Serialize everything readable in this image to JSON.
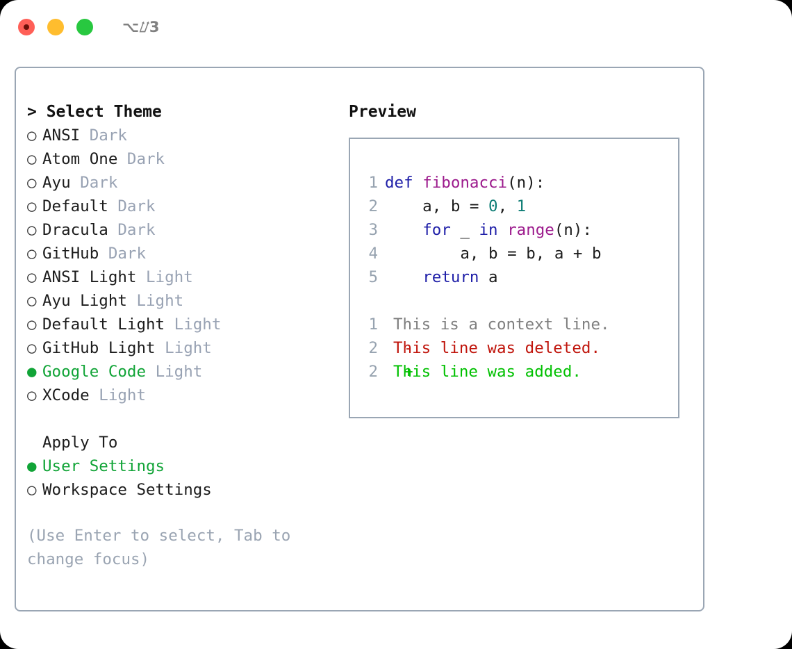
{
  "window": {
    "shortcut": "⌥⌰3",
    "traffic_lights": [
      "close-red",
      "minimize-yellow",
      "maximize-green"
    ]
  },
  "colors": {
    "accent_green": "#11a437",
    "muted_gray": "#98a2b3",
    "hint_gray": "#9aa4b2",
    "border": "#9aa6b4",
    "keyword_blue": "#1f1fa8",
    "function_magenta": "#9c1a8c",
    "number_teal": "#0e7d75",
    "diff_added": "#00c000",
    "diff_deleted": "#c0150c",
    "diff_context": "#7f7f7f"
  },
  "theme_list": {
    "heading": "> Select Theme",
    "items": [
      {
        "marker": "○",
        "label": "ANSI",
        "tag": "Dark",
        "selected": false
      },
      {
        "marker": "○",
        "label": "Atom One",
        "tag": "Dark",
        "selected": false
      },
      {
        "marker": "○",
        "label": "Ayu",
        "tag": "Dark",
        "selected": false
      },
      {
        "marker": "○",
        "label": "Default",
        "tag": "Dark",
        "selected": false
      },
      {
        "marker": "○",
        "label": "Dracula",
        "tag": "Dark",
        "selected": false
      },
      {
        "marker": "○",
        "label": "GitHub",
        "tag": "Dark",
        "selected": false
      },
      {
        "marker": "○",
        "label": "ANSI Light",
        "tag": "Light",
        "selected": false
      },
      {
        "marker": "○",
        "label": "Ayu Light",
        "tag": "Light",
        "selected": false
      },
      {
        "marker": "○",
        "label": "Default Light",
        "tag": "Light",
        "selected": false
      },
      {
        "marker": "○",
        "label": "GitHub Light",
        "tag": "Light",
        "selected": false
      },
      {
        "marker": "●",
        "label": "Google Code",
        "tag": "Light",
        "selected": true
      },
      {
        "marker": "○",
        "label": "XCode",
        "tag": "Light",
        "selected": false
      }
    ]
  },
  "apply_to": {
    "heading": "Apply To",
    "items": [
      {
        "marker": "●",
        "label": "User Settings",
        "selected": true
      },
      {
        "marker": "○",
        "label": "Workspace Settings",
        "selected": false
      }
    ]
  },
  "hint": "(Use Enter to select, Tab to change focus)",
  "preview": {
    "title": "Preview",
    "code_lines": [
      {
        "no": "1",
        "tokens": [
          {
            "t": "def",
            "c": "kw"
          },
          {
            "t": " ",
            "c": "txt"
          },
          {
            "t": "fibonacci",
            "c": "fn"
          },
          {
            "t": "(n):",
            "c": "txt"
          }
        ]
      },
      {
        "no": "2",
        "tokens": [
          {
            "t": "    a, b = ",
            "c": "txt"
          },
          {
            "t": "0",
            "c": "num"
          },
          {
            "t": ", ",
            "c": "txt"
          },
          {
            "t": "1",
            "c": "num"
          }
        ]
      },
      {
        "no": "3",
        "tokens": [
          {
            "t": "    ",
            "c": "txt"
          },
          {
            "t": "for",
            "c": "kw"
          },
          {
            "t": " _ ",
            "c": "txt"
          },
          {
            "t": "in",
            "c": "kw"
          },
          {
            "t": " ",
            "c": "txt"
          },
          {
            "t": "range",
            "c": "fn"
          },
          {
            "t": "(n):",
            "c": "txt"
          }
        ]
      },
      {
        "no": "4",
        "tokens": [
          {
            "t": "        a, b = b, a + b",
            "c": "txt"
          }
        ]
      },
      {
        "no": "5",
        "tokens": [
          {
            "t": "    ",
            "c": "txt"
          },
          {
            "t": "return",
            "c": "kw"
          },
          {
            "t": " a",
            "c": "txt"
          }
        ]
      }
    ],
    "diff_lines": [
      {
        "no": "1",
        "mark": " ",
        "text": "This is a context line.",
        "kind": "ctx"
      },
      {
        "no": "2",
        "mark": "-",
        "text": "This line was deleted.",
        "kind": "del"
      },
      {
        "no": "2",
        "mark": "+",
        "text": "This line was added.",
        "kind": "add"
      }
    ]
  }
}
